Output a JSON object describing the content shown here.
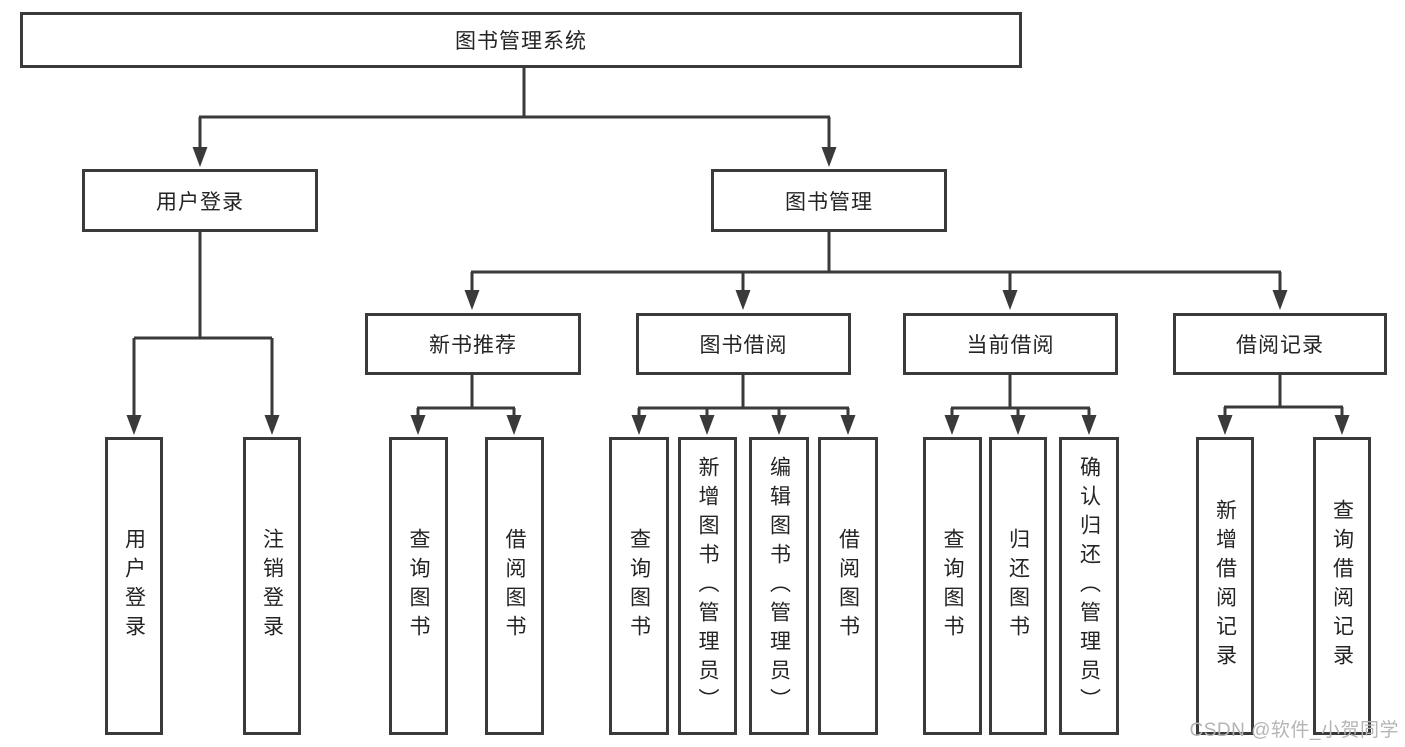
{
  "colors": {
    "background": "#ffffff",
    "line": "#3a3a3a",
    "box_border": "#3a3a3a",
    "text": "#242424",
    "watermark": "#b5b5b5"
  },
  "watermark": "CSDN @软件_小贺同学",
  "tree": {
    "label": "图书管理系统",
    "children": [
      {
        "label": "用户登录",
        "children": [
          {
            "label": "用户登录"
          },
          {
            "label": "注销登录"
          }
        ]
      },
      {
        "label": "图书管理",
        "children": [
          {
            "label": "新书推荐",
            "children": [
              {
                "label": "查询图书"
              },
              {
                "label": "借阅图书"
              }
            ]
          },
          {
            "label": "图书借阅",
            "children": [
              {
                "label": "查询图书"
              },
              {
                "label": "新增图书（管理员）"
              },
              {
                "label": "编辑图书（管理员）"
              },
              {
                "label": "借阅图书"
              }
            ]
          },
          {
            "label": "当前借阅",
            "children": [
              {
                "label": "查询图书"
              },
              {
                "label": "归还图书"
              },
              {
                "label": "确认归还（管理员）"
              }
            ]
          },
          {
            "label": "借阅记录",
            "children": [
              {
                "label": "新增借阅记录"
              },
              {
                "label": "查询借阅记录"
              }
            ]
          }
        ]
      }
    ]
  }
}
